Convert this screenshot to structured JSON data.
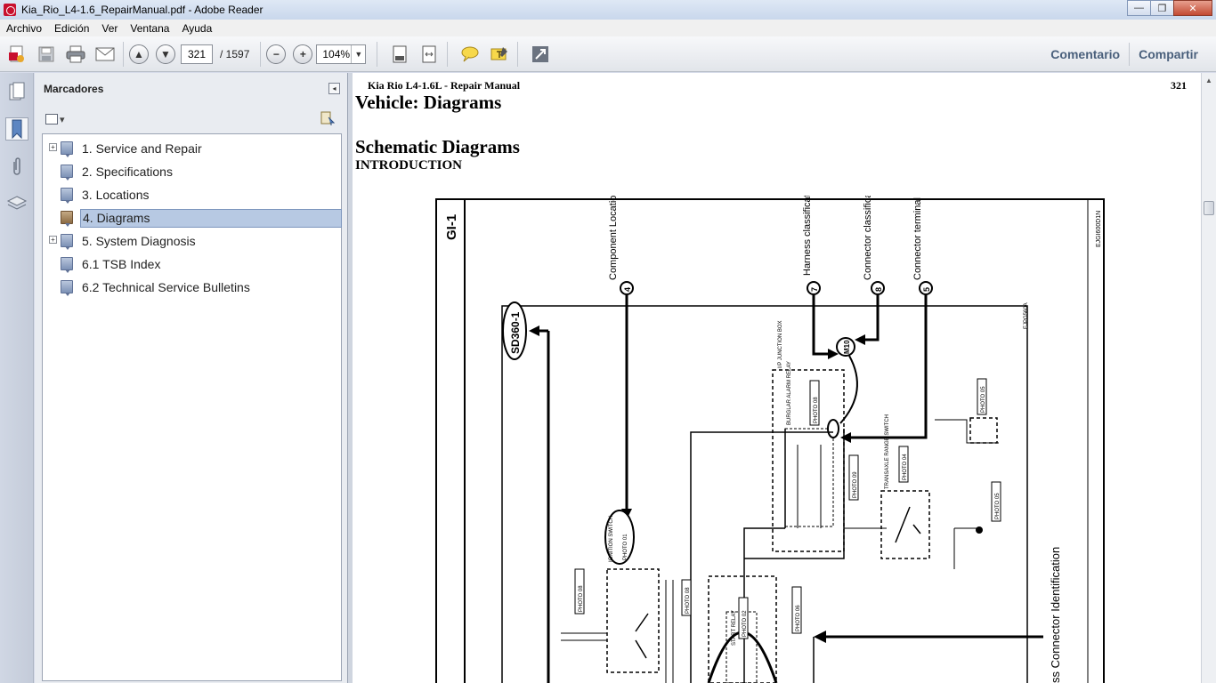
{
  "window": {
    "title": "Kia_Rio_L4-1.6_RepairManual.pdf - Adobe Reader",
    "buttons": {
      "minimize": "—",
      "maximize": "❐",
      "close": "✕"
    }
  },
  "menu": [
    "Archivo",
    "Edición",
    "Ver",
    "Ventana",
    "Ayuda"
  ],
  "toolbar": {
    "page_current": "321",
    "page_total": "/ 1597",
    "zoom": "104%",
    "comment_label": "Comentario",
    "share_label": "Compartir"
  },
  "bookmarks": {
    "header": "Marcadores",
    "items": [
      {
        "label": "1. Service and Repair",
        "expandable": true,
        "selected": false
      },
      {
        "label": "2. Specifications",
        "expandable": false,
        "selected": false
      },
      {
        "label": "3. Locations",
        "expandable": false,
        "selected": false
      },
      {
        "label": "4. Diagrams",
        "expandable": false,
        "selected": true
      },
      {
        "label": "5. System Diagnosis",
        "expandable": true,
        "selected": false
      },
      {
        "label": "6.1 TSB Index",
        "expandable": false,
        "selected": false
      },
      {
        "label": "6.2 Technical Service Bulletins",
        "expandable": false,
        "selected": false
      }
    ]
  },
  "document": {
    "header": "Kia Rio L4-1.6L - Repair Manual",
    "page_number": "321",
    "title": "Vehicle: Diagrams",
    "subtitle": "Schematic Diagrams",
    "section": "INTRODUCTION",
    "diagram": {
      "tab_label": "GI-1",
      "ref_code": "EJGI600D1N",
      "ref_code_small": "EJPG560A",
      "schematic_label": "SD360-1",
      "callouts": [
        {
          "number": "4",
          "text": "Component Locations Photo Number"
        },
        {
          "number": "7",
          "text": "Harness classification"
        },
        {
          "number": "8",
          "text": "Connector classification number"
        },
        {
          "number": "5",
          "text": "Connector terminal number"
        }
      ],
      "connector_id": "M10",
      "bottom_text": "ss Connector Identification",
      "junction_box": "I/P JUNCTION BOX",
      "relays": [
        "BURGLAR ALARM RELAY",
        "START RELAY"
      ],
      "switches": [
        "IGNITION SWITCH",
        "TRANSAXLE RANGE SWITCH"
      ],
      "photo_labels": [
        "PHOTO 01",
        "PHOTO 08",
        "PHOTO 09",
        "PHOTO 04",
        "PHOTO 05",
        "PHOTO 06",
        "PHOTO 02"
      ]
    }
  }
}
